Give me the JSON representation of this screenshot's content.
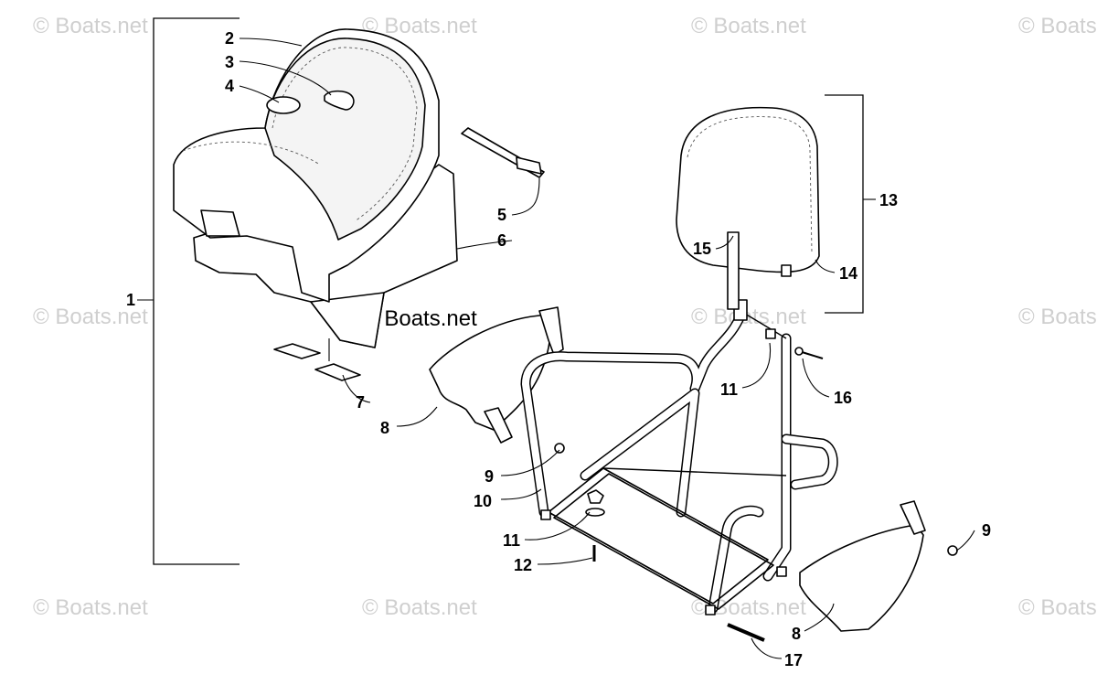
{
  "watermarks": {
    "text": "© Boats.net",
    "center_text": "© Boats.net"
  },
  "callouts": {
    "c1": "1",
    "c2": "2",
    "c3": "3",
    "c4": "4",
    "c5": "5",
    "c6": "6",
    "c7": "7",
    "c8a": "8",
    "c8b": "8",
    "c9a": "9",
    "c9b": "9",
    "c10": "10",
    "c11a": "11",
    "c11b": "11",
    "c12": "12",
    "c13": "13",
    "c14": "14",
    "c15": "15",
    "c16": "16",
    "c17": "17"
  }
}
